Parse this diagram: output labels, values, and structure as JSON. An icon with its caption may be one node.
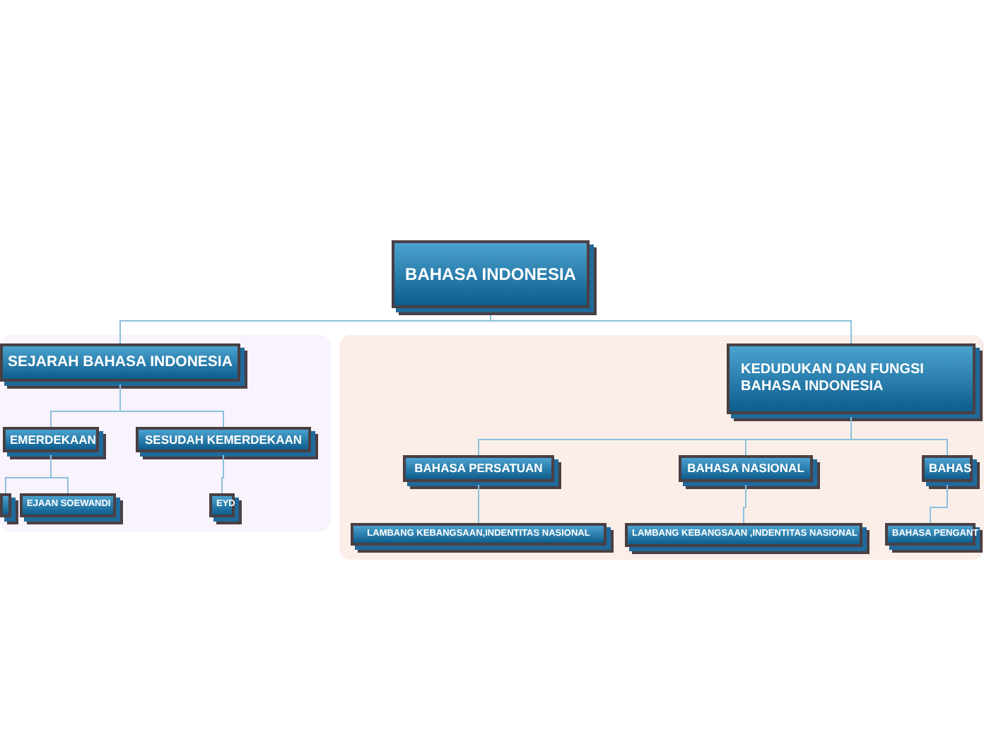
{
  "diagram": {
    "nodes": [
      {
        "text": [
          "BAHASA INDONESIA"
        ]
      },
      {
        "text": [],
        "shape": "band"
      },
      {
        "text": [
          "SEJARAH BAHASA INDONESIA"
        ],
        "in": 1
      },
      {
        "text": [
          "EMERDEKAAN"
        ],
        "in": 1
      },
      {
        "text": [
          "SESUDAH KEMERDEKAAN"
        ],
        "in": 1
      },
      {
        "text": [],
        "shape": "box",
        "in": 1
      },
      {
        "text": [
          "EJAAN SOEWANDI"
        ],
        "in": 1
      },
      {
        "text": [
          "EYD"
        ],
        "in": 1
      },
      {
        "text": [],
        "shape": "band"
      },
      {
        "text": [
          "KEDUDUKAN DAN FUNGSI BAHASA INDONESIA"
        ],
        "in": 8
      },
      {
        "text": [
          "BAHASA PERSATUAN"
        ],
        "in": 8
      },
      {
        "text": [
          "BAHASA NASIONAL"
        ],
        "in": 8
      },
      {
        "text": [
          "BAHAS"
        ],
        "in": 8
      },
      {
        "text": [
          "LAMBANG KEBANGSAAN,INDENTITAS NASIONAL"
        ],
        "in": 8
      },
      {
        "text": [
          "LAMBANG KEBANGSAAN ,INDENTITAS NASIONAL"
        ],
        "in": 8
      },
      {
        "text": [
          "BAHASA PENGANT"
        ],
        "in": 8
      }
    ],
    "edges": [
      {
        "from": 0,
        "to": 2,
        "arrow": "none"
      },
      {
        "from": 0,
        "to": 9,
        "arrow": "none"
      },
      {
        "from": 2,
        "to": 3,
        "arrow": "none"
      },
      {
        "from": 2,
        "to": 4,
        "arrow": "none"
      },
      {
        "from": 3,
        "to": 5,
        "arrow": "none"
      },
      {
        "from": 3,
        "to": 6,
        "arrow": "none"
      },
      {
        "from": 4,
        "to": 7,
        "arrow": "none"
      },
      {
        "from": 9,
        "to": 10,
        "arrow": "none"
      },
      {
        "from": 9,
        "to": 11,
        "arrow": "none"
      },
      {
        "from": 9,
        "to": 12,
        "arrow": "none"
      },
      {
        "from": 10,
        "to": 13,
        "arrow": "none"
      },
      {
        "from": 11,
        "to": 14,
        "arrow": "none"
      },
      {
        "from": 12,
        "to": 15,
        "arrow": "none"
      }
    ]
  }
}
